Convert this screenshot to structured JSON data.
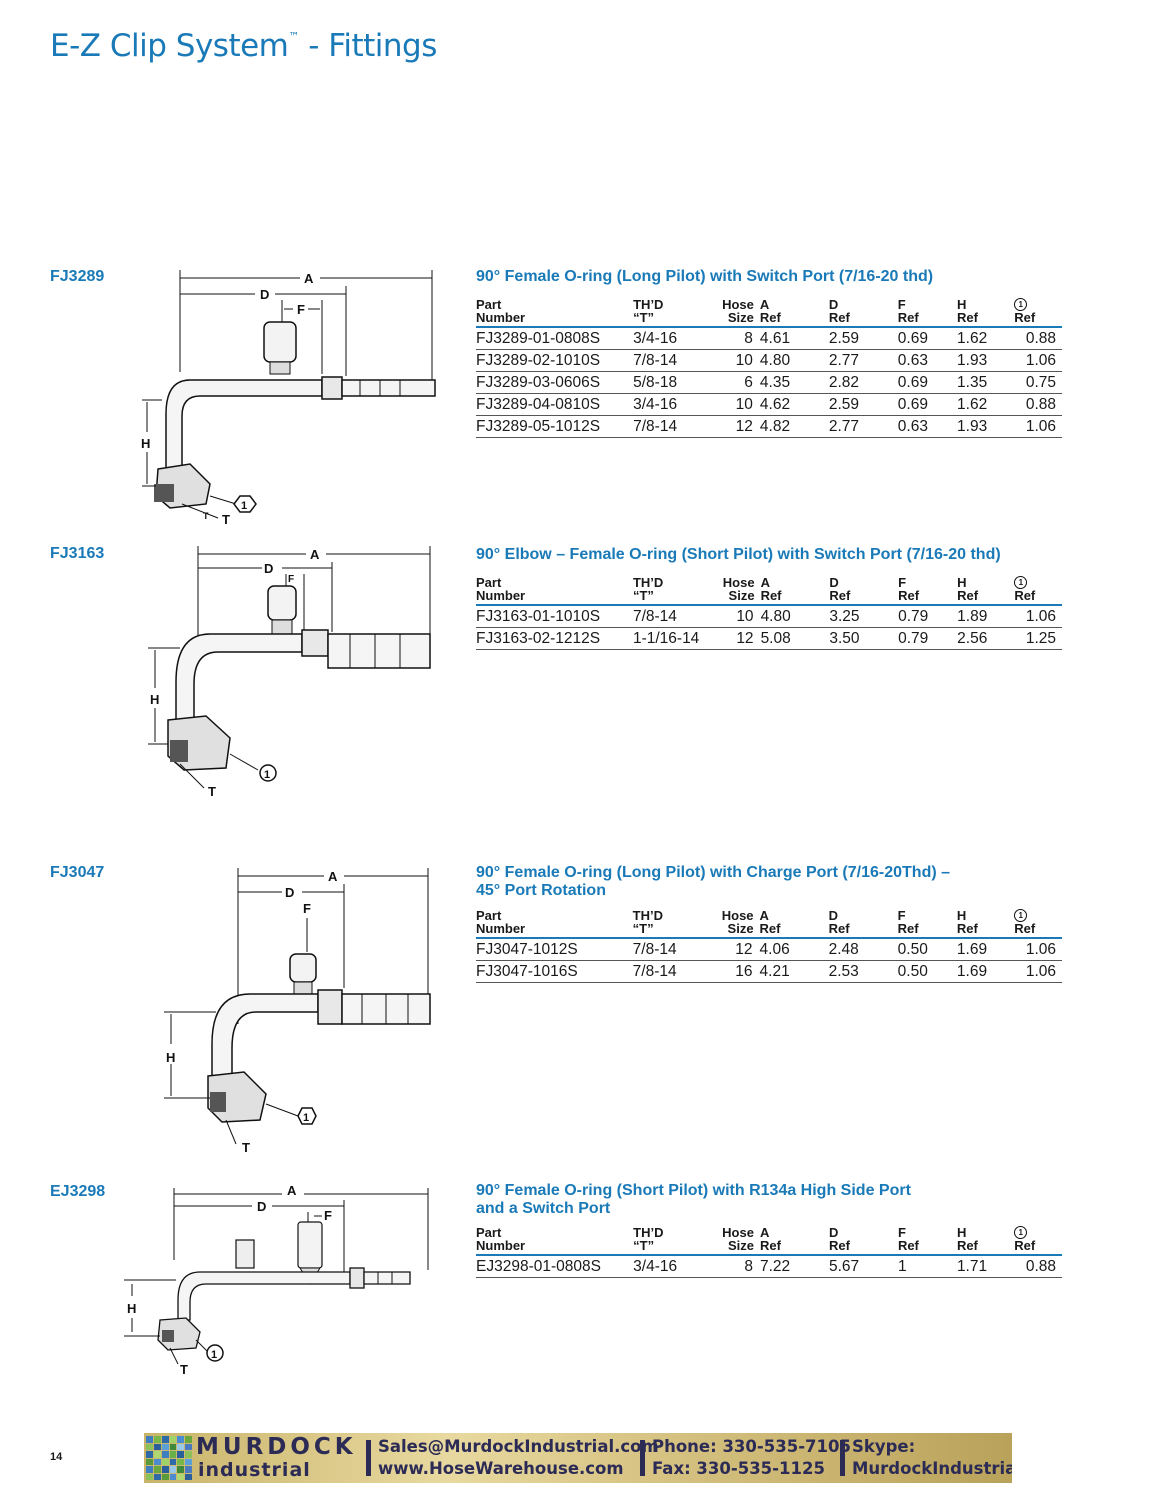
{
  "page": {
    "title_main": "E-Z Clip System",
    "title_tm": "™",
    "title_suffix": " - Fittings",
    "page_number": "14"
  },
  "sections": [
    {
      "code": "FJ3289",
      "heading_lines": [
        "90° Female O-ring (Long Pilot) with Switch Port (7/16-20 thd)"
      ],
      "diagram_labels": {
        "a": "A",
        "d": "D",
        "f": "F",
        "h": "H",
        "t": "T",
        "t_small": "T",
        "hex": "1"
      },
      "rows": [
        [
          "FJ3289-01-0808S",
          "3/4-16",
          "8",
          "4.61",
          "2.59",
          "0.69",
          "1.62",
          "0.88"
        ],
        [
          "FJ3289-02-1010S",
          "7/8-14",
          "10",
          "4.80",
          "2.77",
          "0.63",
          "1.93",
          "1.06"
        ],
        [
          "FJ3289-03-0606S",
          "5/8-18",
          "6",
          "4.35",
          "2.82",
          "0.69",
          "1.35",
          "0.75"
        ],
        [
          "FJ3289-04-0810S",
          "3/4-16",
          "10",
          "4.62",
          "2.59",
          "0.69",
          "1.62",
          "0.88"
        ],
        [
          "FJ3289-05-1012S",
          "7/8-14",
          "12",
          "4.82",
          "2.77",
          "0.63",
          "1.93",
          "1.06"
        ]
      ]
    },
    {
      "code": "FJ3163",
      "heading_lines": [
        "90° Elbow – Female O-ring (Short Pilot) with Switch Port (7/16-20 thd)"
      ],
      "diagram_labels": {
        "a": "A",
        "d": "D",
        "f": "F",
        "h": "H",
        "t": "T",
        "hex": "1"
      },
      "rows": [
        [
          "FJ3163-01-1010S",
          "7/8-14",
          "10",
          "4.80",
          "3.25",
          "0.79",
          "1.89",
          "1.06"
        ],
        [
          "FJ3163-02-1212S",
          "1-1/16-14",
          "12",
          "5.08",
          "3.50",
          "0.79",
          "2.56",
          "1.25"
        ]
      ]
    },
    {
      "code": "FJ3047",
      "heading_lines": [
        "90° Female O-ring (Long Pilot) with Charge Port (7/16-20Thd) –",
        "45° Port Rotation"
      ],
      "diagram_labels": {
        "a": "A",
        "d": "D",
        "f": "F",
        "h": "H",
        "t": "T",
        "hex": "1"
      },
      "rows": [
        [
          "FJ3047-1012S",
          "7/8-14",
          "12",
          "4.06",
          "2.48",
          "0.50",
          "1.69",
          "1.06"
        ],
        [
          "FJ3047-1016S",
          "7/8-14",
          "16",
          "4.21",
          "2.53",
          "0.50",
          "1.69",
          "1.06"
        ]
      ]
    },
    {
      "code": "EJ3298",
      "heading_lines": [
        "90° Female O-ring (Short Pilot) with R134a High Side Port",
        "and a Switch Port"
      ],
      "diagram_labels": {
        "a": "A",
        "d": "D",
        "f": "F",
        "h": "H",
        "t": "T",
        "hex": "1"
      },
      "rows": [
        [
          "EJ3298-01-0808S",
          "3/4-16",
          "8",
          "7.22",
          "5.67",
          "1",
          "1.71",
          "0.88"
        ]
      ]
    }
  ],
  "table_headers": {
    "part": [
      "Part",
      "Number"
    ],
    "thd": [
      "TH’D",
      "“T”"
    ],
    "hose": [
      "Hose",
      "Size"
    ],
    "a": [
      "A",
      "Ref"
    ],
    "d": [
      "D",
      "Ref"
    ],
    "f": [
      "F",
      "Ref"
    ],
    "h": [
      "H",
      "Ref"
    ],
    "hex_icon": "1",
    "hex_ref": "Ref"
  },
  "footer": {
    "brand_line1": "MURDOCK",
    "brand_line2": "industrial",
    "email": "Sales@MurdockIndustrial.com",
    "website": "www.HoseWarehouse.com",
    "phone": "Phone: 330-535-7105",
    "fax": "Fax: 330-535-1125",
    "skype_label": "Skype:",
    "skype_id": "MurdockIndustrial"
  },
  "colors": {
    "accent": "#1a7ab8",
    "banner_text": "#2b2b56"
  }
}
